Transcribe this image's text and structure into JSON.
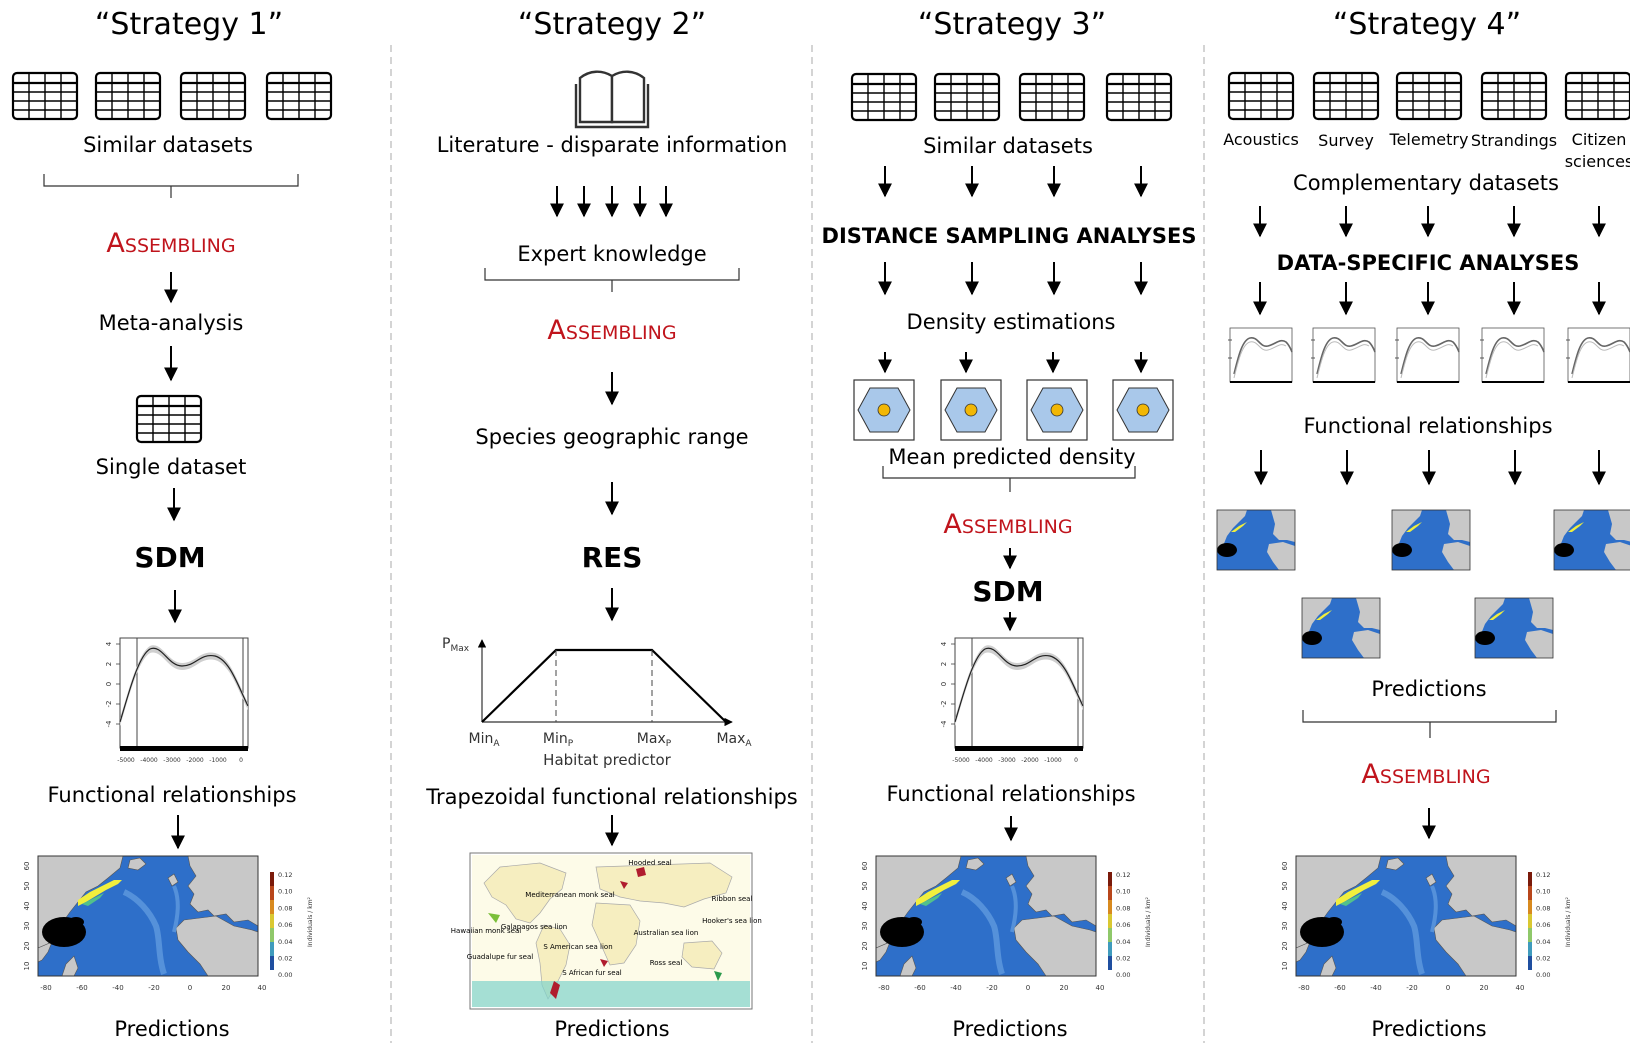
{
  "strategies": [
    {
      "title": "“Strategy 1”",
      "datasets_label": "Similar datasets",
      "assembling": "Assembling",
      "step_meta": "Meta-analysis",
      "step_single": "Single dataset",
      "model": "SDM",
      "functional": "Functional relationships",
      "predictions": "Predictions"
    },
    {
      "title": "“Strategy 2”",
      "literature": "Literature - disparate information",
      "expert": "Expert knowledge",
      "assembling": "Assembling",
      "range": "Species geographic range",
      "model": "RES",
      "trapezoid": {
        "pmax": "P",
        "pmax_sub": "Max",
        "ticks": [
          {
            "main": "Min",
            "sub": "A"
          },
          {
            "main": "Min",
            "sub": "P"
          },
          {
            "main": "Max",
            "sub": "P"
          },
          {
            "main": "Max",
            "sub": "A"
          }
        ],
        "xlabel": "Habitat predictor"
      },
      "functional": "Trapezoidal functional relationships",
      "predictions": "Predictions",
      "world_map_labels": [
        "Hooded seal",
        "Mediterranean monk seal",
        "Ribbon seal",
        "Hooker's sea lion",
        "Hawaiian monk seal",
        "Galapagos sea lion",
        "S American sea lion",
        "Australian sea lion",
        "Guadalupe fur seal",
        "S African fur seal",
        "Ross seal"
      ]
    },
    {
      "title": "“Strategy 3”",
      "datasets_label": "Similar datasets",
      "analyses": "DISTANCE SAMPLING ANALYSES",
      "density": "Density estimations",
      "mean_density": "Mean predicted density",
      "assembling": "Assembling",
      "model": "SDM",
      "functional": "Functional relationships",
      "predictions": "Predictions"
    },
    {
      "title": "“Strategy 4”",
      "data_types": [
        "Acoustics",
        "Survey",
        "Telemetry",
        "Strandings",
        "Citizen",
        "sciences"
      ],
      "complementary": "Complementary datasets",
      "analyses": "DATA-SPECIFIC ANALYSES",
      "functional": "Functional relationships",
      "predictions_mid": "Predictions",
      "assembling": "Assembling",
      "predictions": "Predictions"
    }
  ],
  "response_curve": {
    "y_ticks": [
      "4",
      "2",
      "0",
      "-2",
      "-4"
    ],
    "x_ticks": [
      "-5000",
      "-4000",
      "-3000",
      "-2000",
      "-1000",
      "0"
    ]
  },
  "density_map": {
    "y_ticks": [
      "60",
      "50",
      "40",
      "30",
      "20",
      "10"
    ],
    "x_ticks": [
      "-80",
      "-60",
      "-40",
      "-20",
      "0",
      "20",
      "40"
    ],
    "legend_ticks": [
      "0.12",
      "0.10",
      "0.08",
      "0.06",
      "0.04",
      "0.02",
      "0.00"
    ],
    "legend_title": "Individuals / km²"
  },
  "colors": {
    "assembling": "#c0141c",
    "ocean": "#2e6fc9",
    "land": "#c8c8c8",
    "hexagon": "#a9c8ea",
    "dot": "#f2b705"
  }
}
